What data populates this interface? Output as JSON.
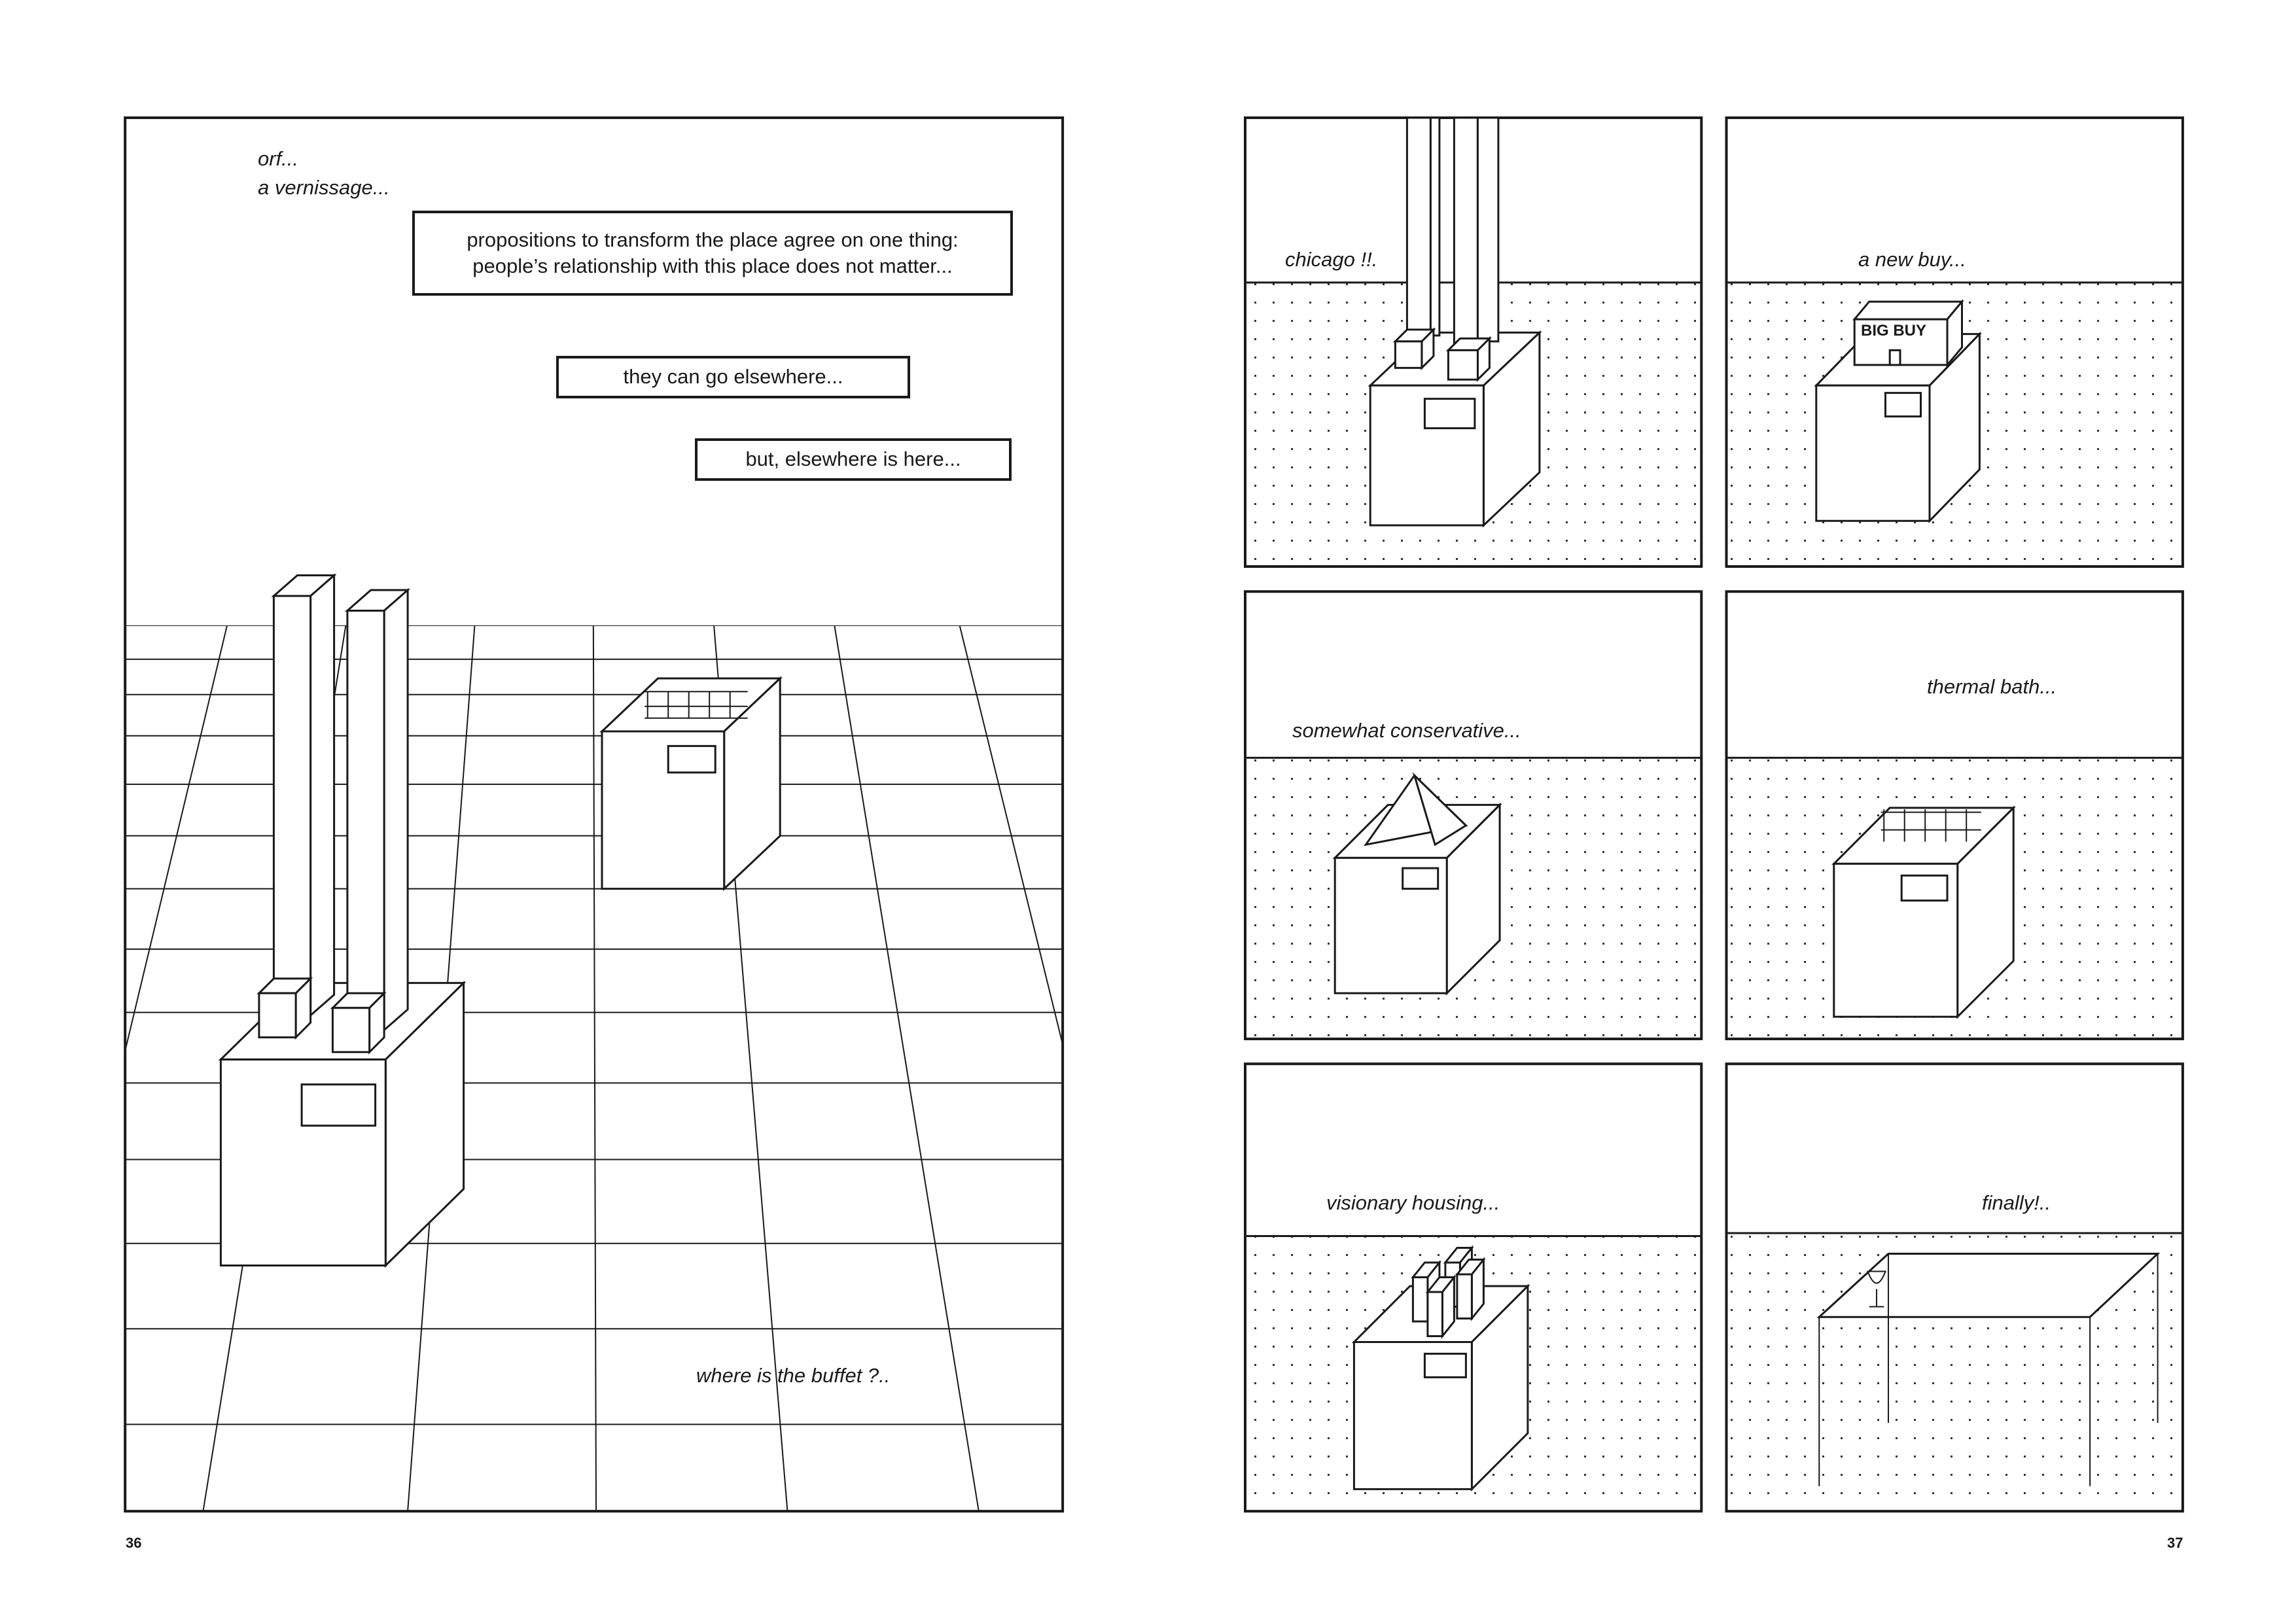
{
  "spread": {
    "left_page": {
      "page_number": "36",
      "narration": [
        "orf...",
        "a vernissage..."
      ],
      "caption_boxes": [
        {
          "lines": [
            "propositions to transform the place agree on one thing:",
            "people’s relationship with this place does not matter..."
          ]
        },
        {
          "lines": [
            "they can go elsewhere..."
          ]
        },
        {
          "lines": [
            "but, elsewhere is here..."
          ]
        }
      ],
      "bottom_caption": "where is the buffet ?.."
    },
    "right_page": {
      "page_number": "37",
      "panels": [
        {
          "caption": "chicago !!."
        },
        {
          "caption": "a new buy...",
          "sign": "BIG BUY"
        },
        {
          "caption": "somewhat conservative..."
        },
        {
          "caption": "thermal bath..."
        },
        {
          "caption": "visionary housing..."
        },
        {
          "caption": "finally!.."
        }
      ]
    }
  },
  "colors": {
    "ink": "#1a1a1a",
    "paper": "#ffffff"
  }
}
